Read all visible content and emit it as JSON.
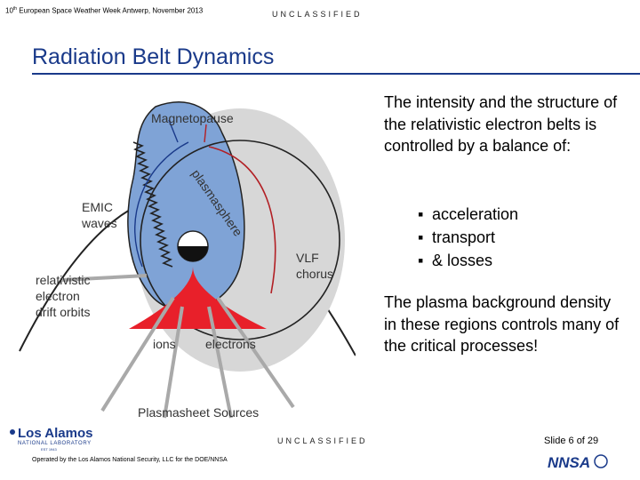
{
  "header": {
    "event_prefix": "10",
    "event_sup": "th",
    "event_rest": " European Space Weather Week Antwerp, November 2013",
    "classification": "UNCLASSIFIED"
  },
  "slide": {
    "title": "Radiation Belt Dynamics",
    "intro": "The intensity and the structure of the relativistic electron belts is controlled by a balance of:",
    "bullets": [
      "acceleration",
      "transport",
      "& losses"
    ],
    "plasma": "The plasma background density in these regions controls many of the critical processes!"
  },
  "diagram": {
    "magnetopause": "Magnetopause",
    "plasmasphere": "plasmasphere",
    "emic": [
      "EMIC",
      "waves"
    ],
    "vlf": [
      "VLF",
      "chorus"
    ],
    "drift": [
      "relativistic",
      "electron",
      "drift orbits"
    ],
    "ions": "ions",
    "electrons": "electrons",
    "sources": "Plasmasheet Sources"
  },
  "footer": {
    "classification": "UNCLASSIFIED",
    "slide_num": "Slide 6  of 29",
    "operated": "Operated by the Los Alamos National Security, LLC for the DOE/NNSA",
    "lanl_name": "Los Alamos",
    "lanl_sub": "NATIONAL LABORATORY",
    "lanl_est": "EST 1943",
    "nnsa": "NNSA"
  },
  "colors": {
    "title": "#1a3a8a",
    "plasmasphere": "#7fa3d6",
    "red": "#e8202a",
    "gray": "#a9a9a9"
  }
}
